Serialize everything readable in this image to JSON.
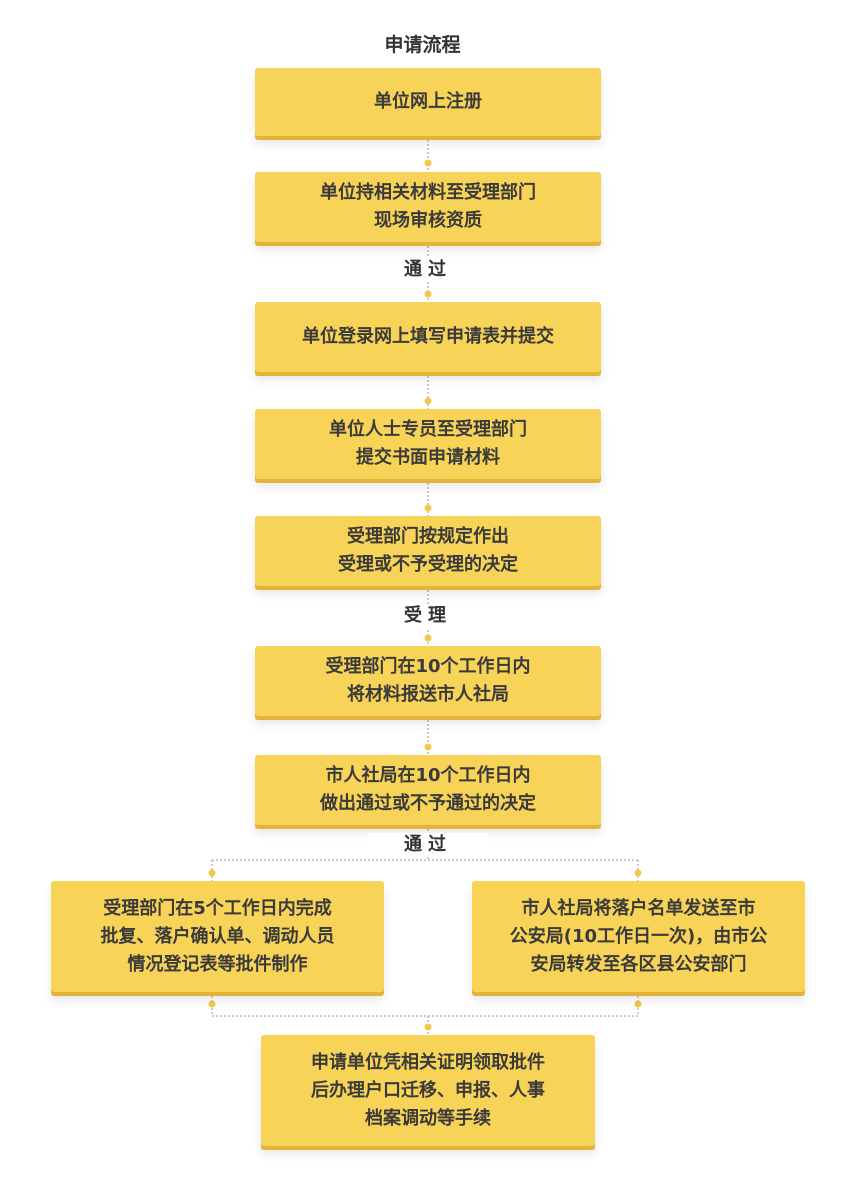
{
  "title": "申请流程",
  "steps": [
    "单位网上注册",
    "单位持相关材料至受理部门\n现场审核资质",
    "单位登录网上填写申请表并提交",
    "单位人士专员至受理部门\n提交书面申请材料",
    "受理部门按规定作出\n受理或不予受理的决定",
    "受理部门在10个工作日内\n将材料报送市人社局",
    "市人社局在10个工作日内\n做出通过或不予通过的决定",
    "受理部门在5个工作日内完成\n批复、落户确认单、调动人员\n情况登记表等批件制作",
    "市人社局将落户名单发送至市\n公安局(10工作日一次)，由市公\n安局转发至各区县公安部门",
    "申请单位凭相关证明领取批件\n后办理户口迁移、申报、人事\n档案调动等手续"
  ],
  "labels": [
    "通过",
    "受理",
    "通过"
  ],
  "colors": {
    "box": "#f7d358",
    "box_shadow": "#e3b33a",
    "connector": "#999999",
    "dot": "#f2c94c"
  }
}
